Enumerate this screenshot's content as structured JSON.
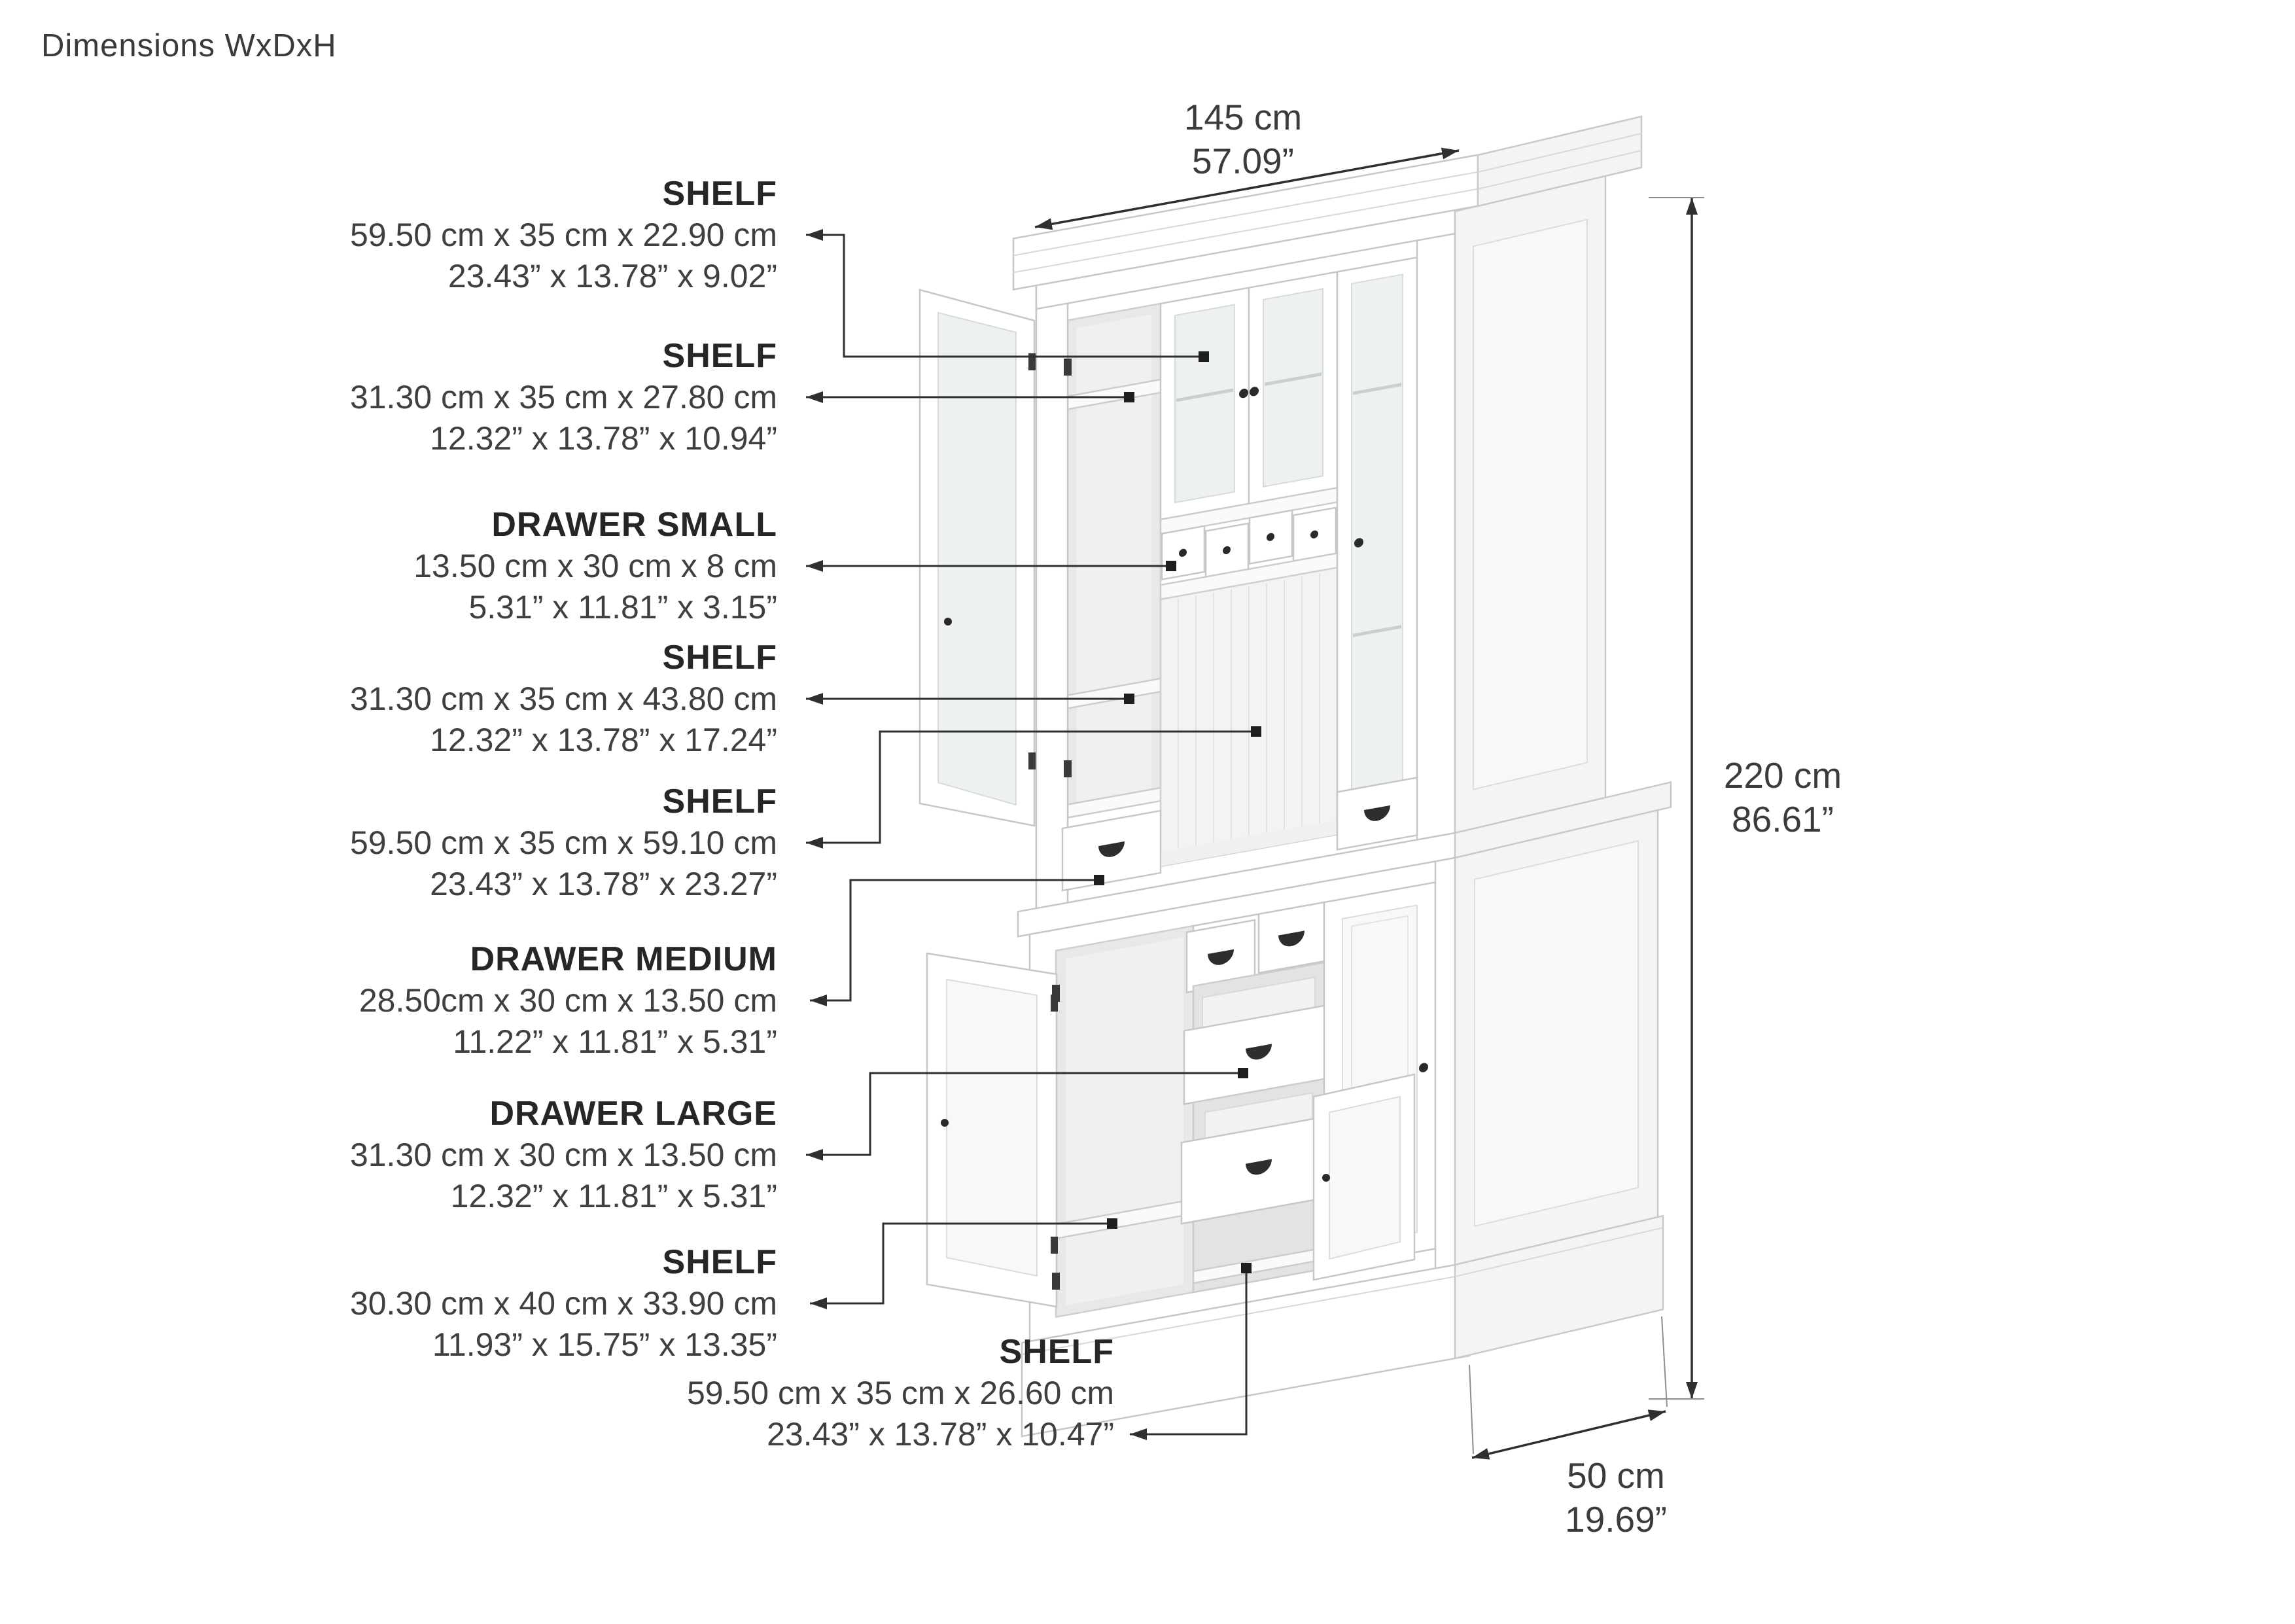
{
  "title": "Dimensions WxDxH",
  "overall": {
    "width": {
      "metric": "145 cm",
      "imperial": "57.09”"
    },
    "height": {
      "metric": "220 cm",
      "imperial": "86.61”"
    },
    "depth": {
      "metric": "50 cm",
      "imperial": "19.69”"
    }
  },
  "callouts": [
    {
      "label": "SHELF",
      "metric": "59.50 cm x 35 cm x 22.90 cm",
      "imperial": "23.43” x 13.78” x 9.02”"
    },
    {
      "label": "SHELF",
      "metric": "31.30 cm x 35 cm x 27.80 cm",
      "imperial": "12.32” x 13.78” x 10.94”"
    },
    {
      "label": "DRAWER SMALL",
      "metric": "13.50 cm x 30 cm x 8 cm",
      "imperial": "5.31” x 11.81” x 3.15”"
    },
    {
      "label": "SHELF",
      "metric": "31.30 cm x 35 cm x 43.80 cm",
      "imperial": "12.32” x 13.78” x 17.24”"
    },
    {
      "label": "SHELF",
      "metric": "59.50 cm x 35 cm x 59.10 cm",
      "imperial": "23.43” x 13.78” x 23.27”"
    },
    {
      "label": "DRAWER MEDIUM",
      "metric": "28.50cm x 30 cm x 13.50 cm",
      "imperial": "11.22” x 11.81” x 5.31”"
    },
    {
      "label": "DRAWER LARGE",
      "metric": "31.30 cm x 30 cm x 13.50 cm",
      "imperial": "12.32” x 11.81” x 5.31”"
    },
    {
      "label": "SHELF",
      "metric": "30.30 cm x 40 cm x 33.90 cm",
      "imperial": "11.93” x 15.75” x 13.35”"
    },
    {
      "label": "SHELF",
      "metric": "59.50 cm x 35 cm x 26.60 cm",
      "imperial": "23.43” x 13.78” x 10.47”"
    }
  ],
  "colors": {
    "line": "#2f2f2f",
    "text": "#3f3f3f",
    "cabinet_stroke": "#c7c7c7"
  }
}
